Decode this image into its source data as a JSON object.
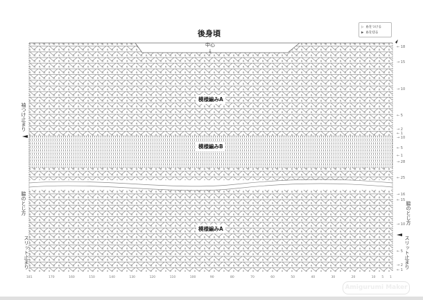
{
  "title": "後身頃",
  "center_label": "中心",
  "legend": {
    "attach_yarn": "糸をつける",
    "cut_yarn": "糸を切る"
  },
  "patterns": {
    "a_top": "模様編みA",
    "b": "模様編みB",
    "a_bottom": "模様編みA"
  },
  "side_labels": {
    "left_sleeve_stop": "袖つけ止まり",
    "left_side_seam": "脇のとじ方",
    "left_slit_stop": "スリット止まり",
    "right_side_seam": "脇のとじ方",
    "right_slit_stop": "スリット止まり"
  },
  "row_numbers": {
    "top_section": [
      "← 18",
      "→ 15",
      "→ 10",
      "← 5",
      "→ 2",
      "← 1"
    ],
    "b_section": [
      "→ 10",
      "← 5",
      "← 1"
    ],
    "a_mid_section": [
      "→ 28",
      "← 25"
    ],
    "bottom_section": [
      "→ 16",
      "← 15",
      "→ 10",
      "← 5",
      "→ 2",
      "← 1"
    ]
  },
  "stitch_ticks": [
    "181",
    "170",
    "160",
    "150",
    "140",
    "130",
    "120",
    "110",
    "100",
    "90",
    "80",
    "70",
    "60",
    "50",
    "40",
    "30",
    "20",
    "10",
    "5",
    "1"
  ],
  "colors": {
    "line": "#777777",
    "text": "#333333"
  }
}
